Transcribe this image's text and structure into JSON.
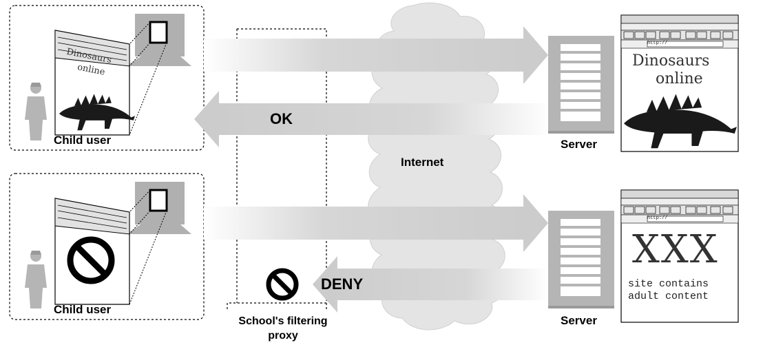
{
  "labels": {
    "ok": "OK",
    "deny": "DENY",
    "internet": "Internet",
    "child_user_top": "Child user",
    "child_user_bottom": "Child user",
    "server_top": "Server",
    "server_bottom": "Server",
    "proxy_line1": "School's filtering",
    "proxy_line2": "proxy"
  },
  "pages": {
    "dino_title_line1": "Dinosaurs",
    "dino_title_line2": "online",
    "adult_title": "XXX",
    "adult_line1": "site contains",
    "adult_line2": "adult content",
    "url_text": "http://"
  },
  "icons": [
    "person-icon",
    "computer-icon",
    "server-icon",
    "prohibited-icon",
    "stegosaurus-icon",
    "cloud-icon",
    "browser-window-icon"
  ],
  "colors": {
    "arrow": "#d2d2d2",
    "cloud": "#e4e4e4",
    "server": "#b5b5b5",
    "ink": "#000000"
  }
}
